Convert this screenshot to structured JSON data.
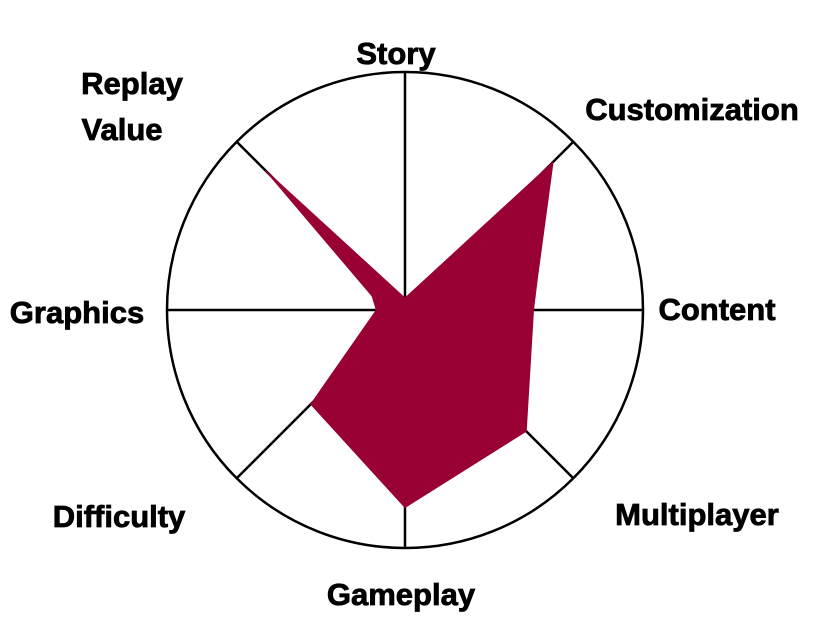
{
  "chart_data": {
    "type": "radar",
    "title": "",
    "grid": true,
    "legend": "none",
    "colors": {
      "fill": "#990033",
      "grid": "#000000",
      "background": "#ffffff"
    },
    "rlim": [
      0,
      10
    ],
    "axes": [
      {
        "label": "Story",
        "value": 0.5
      },
      {
        "label": "Customization",
        "value": 8.8
      },
      {
        "label": "Content",
        "value": 5.4
      },
      {
        "label": "Multiplayer",
        "value": 7.2
      },
      {
        "label": "Gameplay",
        "value": 8.3
      },
      {
        "label": "Difficulty",
        "value": 5.6
      },
      {
        "label": "Graphics",
        "value": 1.2
      },
      {
        "label": "Replay Value",
        "value": 8.3
      }
    ],
    "extra_vertices": [
      {
        "between": [
          "Customization",
          "Content"
        ],
        "value": 5.7,
        "angle_deg": 77
      },
      {
        "between": [
          "Graphics",
          "Replay Value"
        ],
        "value": 1.5,
        "angle_deg": 293
      }
    ]
  }
}
